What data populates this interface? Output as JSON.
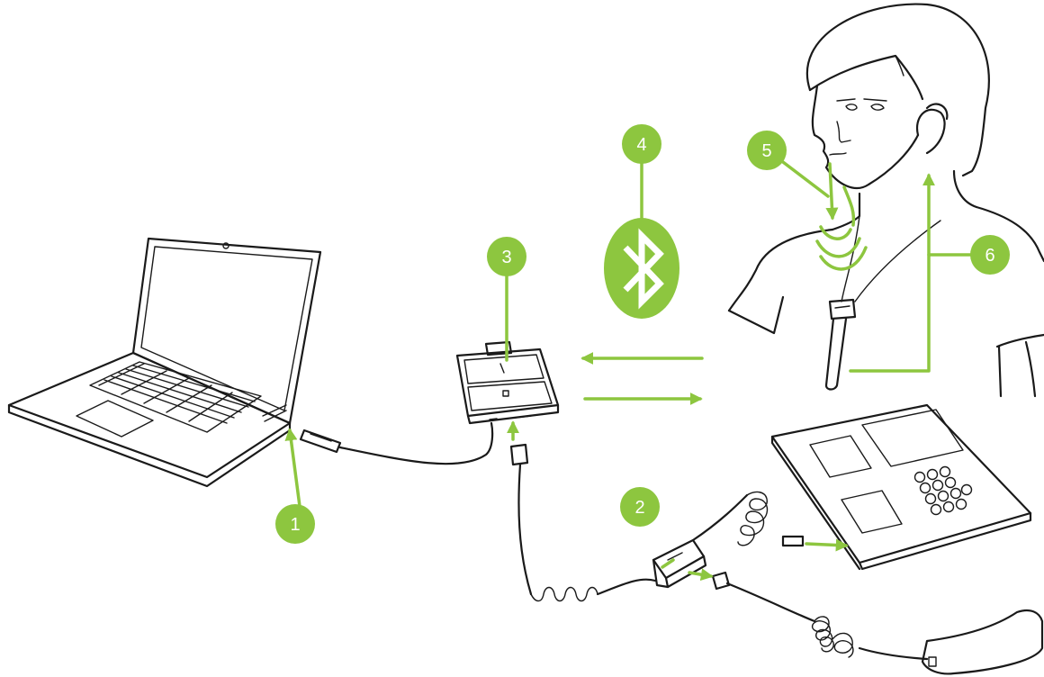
{
  "accent_color": "#8dc63f",
  "line_color": "#1a1a1a",
  "badges": [
    {
      "id": "1",
      "label": "1"
    },
    {
      "id": "2",
      "label": "2"
    },
    {
      "id": "3",
      "label": "3"
    },
    {
      "id": "4",
      "label": "4"
    },
    {
      "id": "5",
      "label": "5"
    },
    {
      "id": "6",
      "label": "6"
    }
  ],
  "icons": {
    "laptop": "laptop-icon",
    "usb_plug": "usb-plug-icon",
    "base_unit": "bluetooth-base-unit-icon",
    "bluetooth": "bluetooth-icon",
    "person": "person-with-headset-icon",
    "microphone": "neck-microphone-icon",
    "desk_phone": "desk-phone-icon",
    "adapter": "line-adapter-icon",
    "handset": "handset-icon"
  }
}
